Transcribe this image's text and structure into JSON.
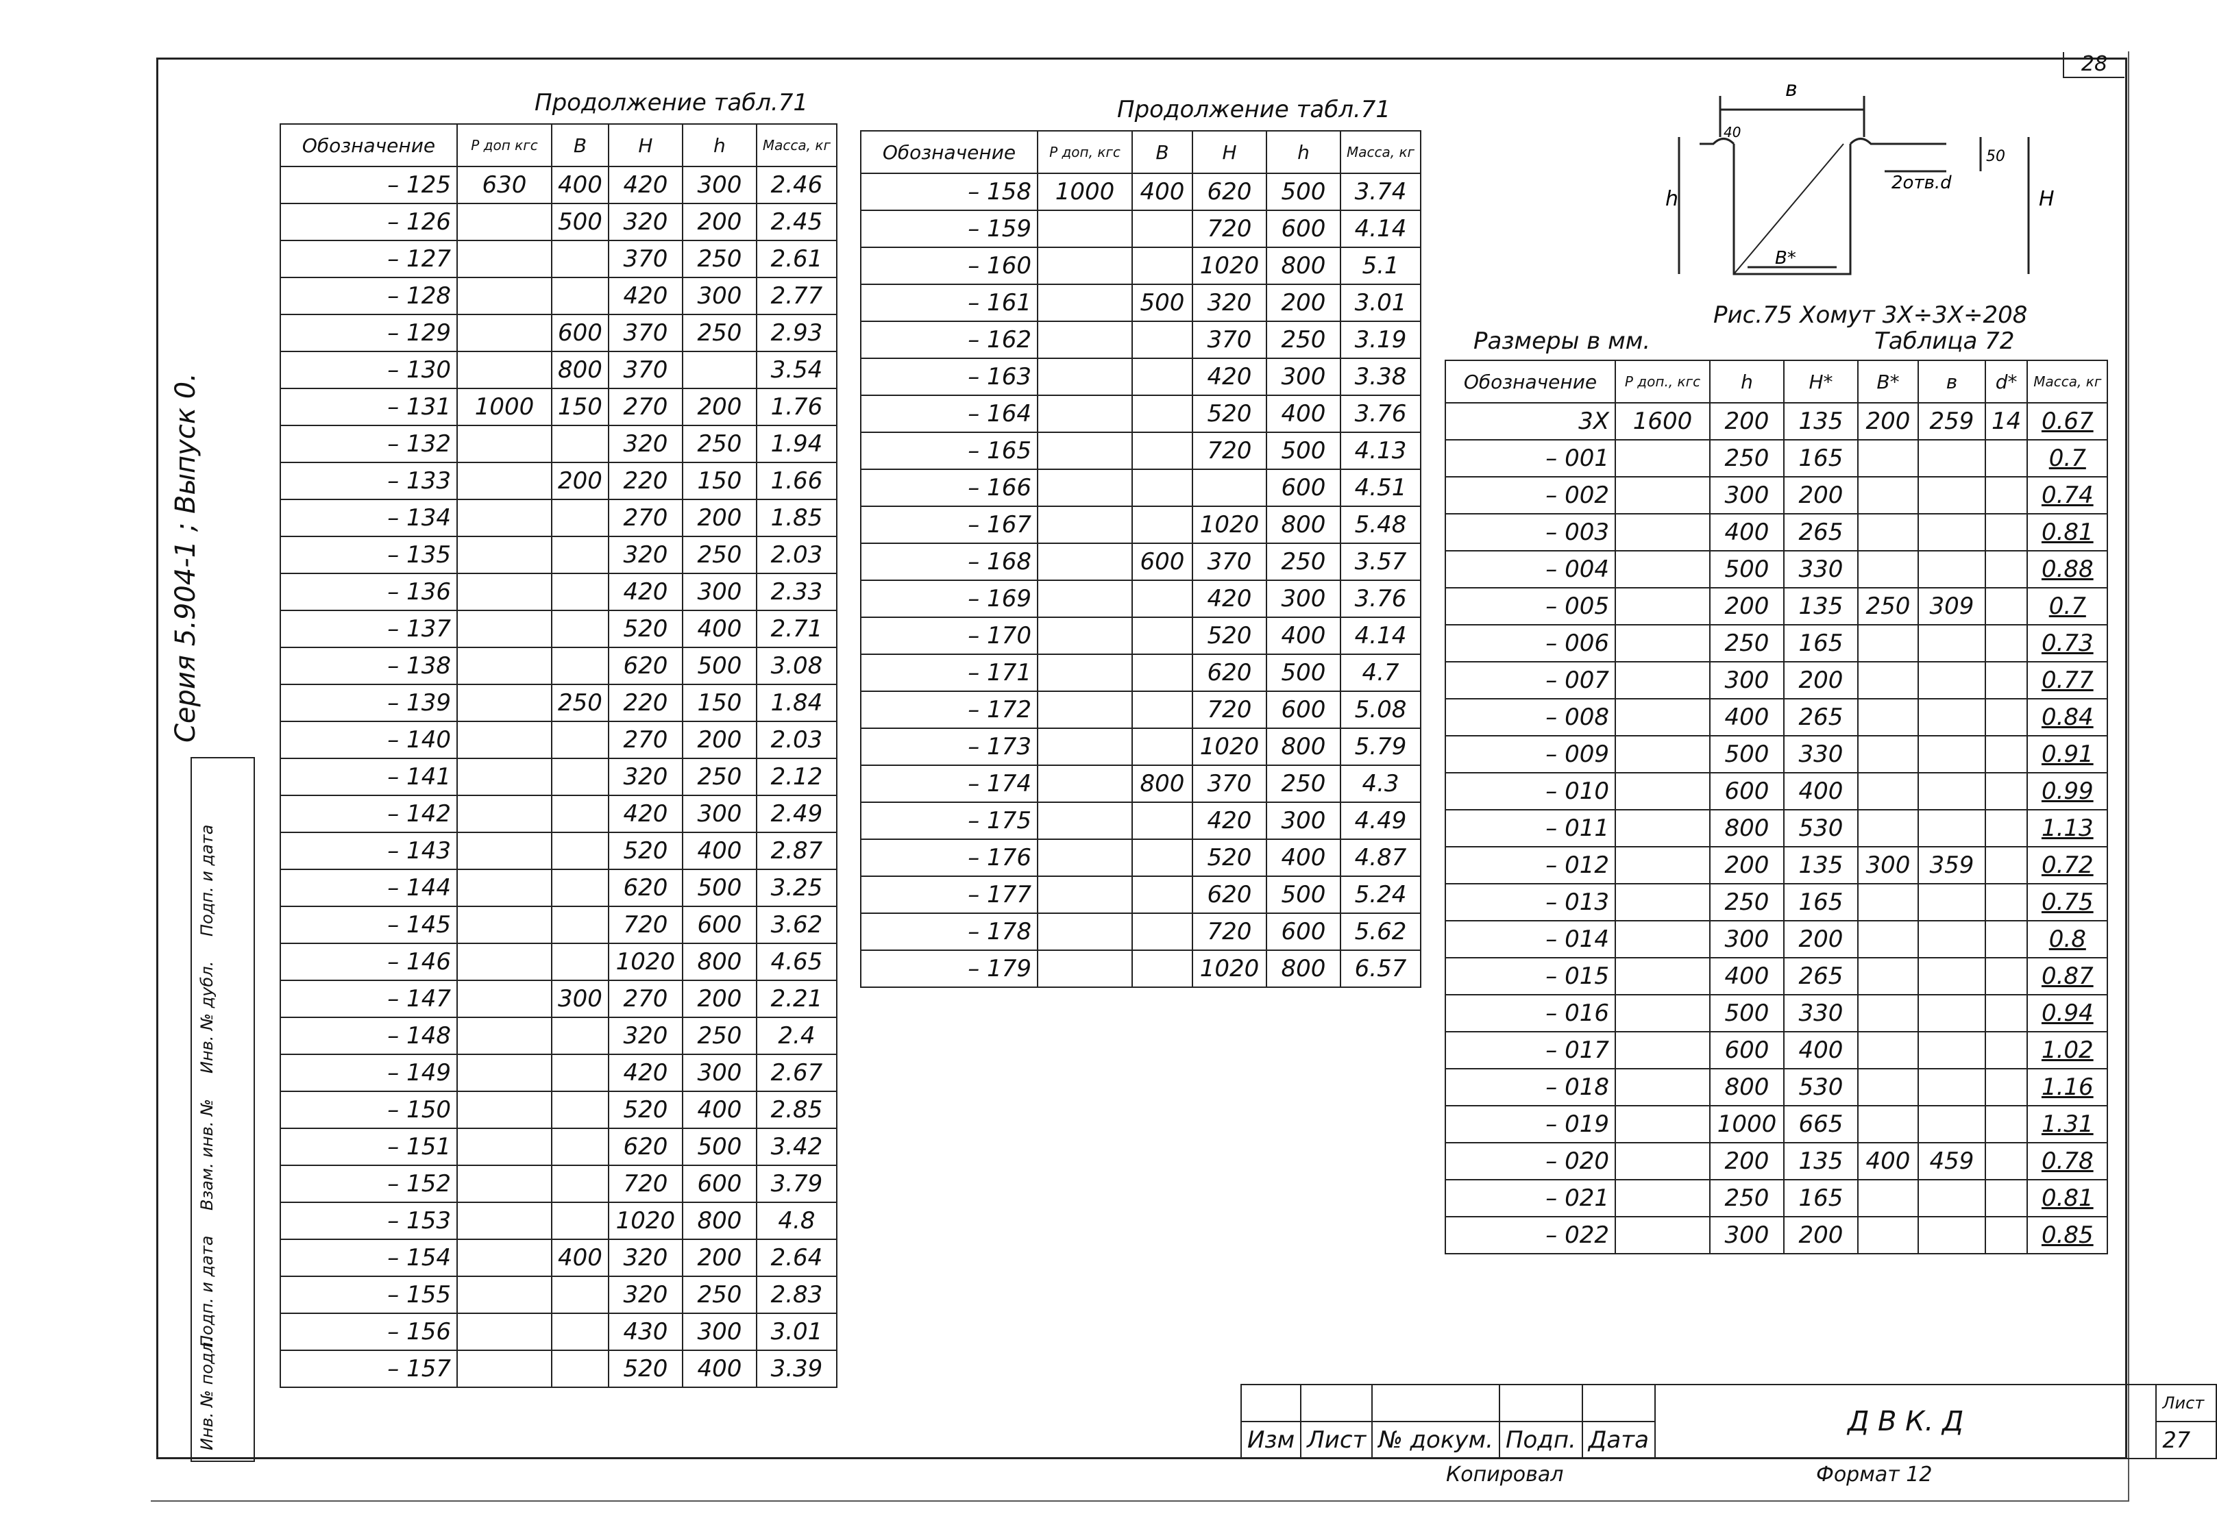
{
  "sheet_corner": "28",
  "side": {
    "series": "Серия 5.904-1 ; Выпуск 0.",
    "block_labels": [
      "Инв. № подл.",
      "Подп. и дата",
      "Взам. инв. №",
      "Инв. № дубл.",
      "Подп. и дата"
    ]
  },
  "table1": {
    "title": "Продолжение табл.71",
    "headers": [
      "Обозначение",
      "Р доп кгс",
      "В",
      "Н",
      "h",
      "Масса, кг"
    ],
    "rows": [
      [
        "– 125",
        "630",
        "400",
        "420",
        "300",
        "2.46"
      ],
      [
        "– 126",
        "",
        "500",
        "320",
        "200",
        "2.45"
      ],
      [
        "– 127",
        "",
        "",
        "370",
        "250",
        "2.61"
      ],
      [
        "– 128",
        "",
        "",
        "420",
        "300",
        "2.77"
      ],
      [
        "– 129",
        "",
        "600",
        "370",
        "250",
        "2.93"
      ],
      [
        "– 130",
        "",
        "800",
        "370",
        "",
        "3.54"
      ],
      [
        "– 131",
        "1000",
        "150",
        "270",
        "200",
        "1.76"
      ],
      [
        "– 132",
        "",
        "",
        "320",
        "250",
        "1.94"
      ],
      [
        "– 133",
        "",
        "200",
        "220",
        "150",
        "1.66"
      ],
      [
        "– 134",
        "",
        "",
        "270",
        "200",
        "1.85"
      ],
      [
        "– 135",
        "",
        "",
        "320",
        "250",
        "2.03"
      ],
      [
        "– 136",
        "",
        "",
        "420",
        "300",
        "2.33"
      ],
      [
        "– 137",
        "",
        "",
        "520",
        "400",
        "2.71"
      ],
      [
        "– 138",
        "",
        "",
        "620",
        "500",
        "3.08"
      ],
      [
        "– 139",
        "",
        "250",
        "220",
        "150",
        "1.84"
      ],
      [
        "– 140",
        "",
        "",
        "270",
        "200",
        "2.03"
      ],
      [
        "– 141",
        "",
        "",
        "320",
        "250",
        "2.12"
      ],
      [
        "– 142",
        "",
        "",
        "420",
        "300",
        "2.49"
      ],
      [
        "– 143",
        "",
        "",
        "520",
        "400",
        "2.87"
      ],
      [
        "– 144",
        "",
        "",
        "620",
        "500",
        "3.25"
      ],
      [
        "– 145",
        "",
        "",
        "720",
        "600",
        "3.62"
      ],
      [
        "– 146",
        "",
        "",
        "1020",
        "800",
        "4.65"
      ],
      [
        "– 147",
        "",
        "300",
        "270",
        "200",
        "2.21"
      ],
      [
        "– 148",
        "",
        "",
        "320",
        "250",
        "2.4"
      ],
      [
        "– 149",
        "",
        "",
        "420",
        "300",
        "2.67"
      ],
      [
        "– 150",
        "",
        "",
        "520",
        "400",
        "2.85"
      ],
      [
        "– 151",
        "",
        "",
        "620",
        "500",
        "3.42"
      ],
      [
        "– 152",
        "",
        "",
        "720",
        "600",
        "3.79"
      ],
      [
        "– 153",
        "",
        "",
        "1020",
        "800",
        "4.8"
      ],
      [
        "– 154",
        "",
        "400",
        "320",
        "200",
        "2.64"
      ],
      [
        "– 155",
        "",
        "",
        "320",
        "250",
        "2.83"
      ],
      [
        "– 156",
        "",
        "",
        "430",
        "300",
        "3.01"
      ],
      [
        "– 157",
        "",
        "",
        "520",
        "400",
        "3.39"
      ]
    ]
  },
  "table2": {
    "title": "Продолжение табл.71",
    "headers": [
      "Обозначение",
      "Р доп, кгс",
      "В",
      "Н",
      "h",
      "Масса, кг"
    ],
    "rows": [
      [
        "– 158",
        "1000",
        "400",
        "620",
        "500",
        "3.74"
      ],
      [
        "– 159",
        "",
        "",
        "720",
        "600",
        "4.14"
      ],
      [
        "– 160",
        "",
        "",
        "1020",
        "800",
        "5.1"
      ],
      [
        "– 161",
        "",
        "500",
        "320",
        "200",
        "3.01"
      ],
      [
        "– 162",
        "",
        "",
        "370",
        "250",
        "3.19"
      ],
      [
        "– 163",
        "",
        "",
        "420",
        "300",
        "3.38"
      ],
      [
        "– 164",
        "",
        "",
        "520",
        "400",
        "3.76"
      ],
      [
        "– 165",
        "",
        "",
        "720",
        "500",
        "4.13"
      ],
      [
        "– 166",
        "",
        "",
        "",
        "600",
        "4.51"
      ],
      [
        "– 167",
        "",
        "",
        "1020",
        "800",
        "5.48"
      ],
      [
        "– 168",
        "",
        "600",
        "370",
        "250",
        "3.57"
      ],
      [
        "– 169",
        "",
        "",
        "420",
        "300",
        "3.76"
      ],
      [
        "– 170",
        "",
        "",
        "520",
        "400",
        "4.14"
      ],
      [
        "– 171",
        "",
        "",
        "620",
        "500",
        "4.7"
      ],
      [
        "– 172",
        "",
        "",
        "720",
        "600",
        "5.08"
      ],
      [
        "– 173",
        "",
        "",
        "1020",
        "800",
        "5.79"
      ],
      [
        "– 174",
        "",
        "800",
        "370",
        "250",
        "4.3"
      ],
      [
        "– 175",
        "",
        "",
        "420",
        "300",
        "4.49"
      ],
      [
        "– 176",
        "",
        "",
        "520",
        "400",
        "4.87"
      ],
      [
        "– 177",
        "",
        "",
        "620",
        "500",
        "5.24"
      ],
      [
        "– 178",
        "",
        "",
        "720",
        "600",
        "5.62"
      ],
      [
        "– 179",
        "",
        "",
        "1020",
        "800",
        "6.57"
      ]
    ]
  },
  "figure": {
    "caption": "Рис.75 Хомут 3Х÷3Х÷208",
    "dims": {
      "b": "в",
      "h": "h",
      "H": "Н",
      "B": "В*",
      "d": "2отв.d",
      "s50": "50",
      "s40": "40"
    }
  },
  "table3": {
    "title": "Таблица 72",
    "units": "Размеры в мм.",
    "headers": [
      "Обозначение",
      "Р доп., кгс",
      "h",
      "Н*",
      "В*",
      "в",
      "d*",
      "Масса, кг"
    ],
    "rows": [
      [
        "3Х",
        "1600",
        "200",
        "135",
        "200",
        "259",
        "14",
        "0.67"
      ],
      [
        "– 001",
        "",
        "250",
        "165",
        "",
        "",
        "",
        "0.7"
      ],
      [
        "– 002",
        "",
        "300",
        "200",
        "",
        "",
        "",
        "0.74"
      ],
      [
        "– 003",
        "",
        "400",
        "265",
        "",
        "",
        "",
        "0.81"
      ],
      [
        "– 004",
        "",
        "500",
        "330",
        "",
        "",
        "",
        "0.88"
      ],
      [
        "– 005",
        "",
        "200",
        "135",
        "250",
        "309",
        "",
        "0.7"
      ],
      [
        "– 006",
        "",
        "250",
        "165",
        "",
        "",
        "",
        "0.73"
      ],
      [
        "– 007",
        "",
        "300",
        "200",
        "",
        "",
        "",
        "0.77"
      ],
      [
        "– 008",
        "",
        "400",
        "265",
        "",
        "",
        "",
        "0.84"
      ],
      [
        "– 009",
        "",
        "500",
        "330",
        "",
        "",
        "",
        "0.91"
      ],
      [
        "– 010",
        "",
        "600",
        "400",
        "",
        "",
        "",
        "0.99"
      ],
      [
        "– 011",
        "",
        "800",
        "530",
        "",
        "",
        "",
        "1.13"
      ],
      [
        "– 012",
        "",
        "200",
        "135",
        "300",
        "359",
        "",
        "0.72"
      ],
      [
        "– 013",
        "",
        "250",
        "165",
        "",
        "",
        "",
        "0.75"
      ],
      [
        "– 014",
        "",
        "300",
        "200",
        "",
        "",
        "",
        "0.8"
      ],
      [
        "– 015",
        "",
        "400",
        "265",
        "",
        "",
        "",
        "0.87"
      ],
      [
        "– 016",
        "",
        "500",
        "330",
        "",
        "",
        "",
        "0.94"
      ],
      [
        "– 017",
        "",
        "600",
        "400",
        "",
        "",
        "",
        "1.02"
      ],
      [
        "– 018",
        "",
        "800",
        "530",
        "",
        "",
        "",
        "1.16"
      ],
      [
        "– 019",
        "",
        "1000",
        "665",
        "",
        "",
        "",
        "1.31"
      ],
      [
        "– 020",
        "",
        "200",
        "135",
        "400",
        "459",
        "",
        "0.78"
      ],
      [
        "– 021",
        "",
        "250",
        "165",
        "",
        "",
        "",
        "0.81"
      ],
      [
        "– 022",
        "",
        "300",
        "200",
        "",
        "",
        "",
        "0.85"
      ]
    ]
  },
  "stamp": {
    "cols": [
      "Изм",
      "Лист",
      "№ докум.",
      "Подп.",
      "Дата"
    ],
    "code": "Д В К. Д",
    "sheet_label": "Лист",
    "sheet_no": "27",
    "copied": "Копировал",
    "format": "Формат 12"
  }
}
